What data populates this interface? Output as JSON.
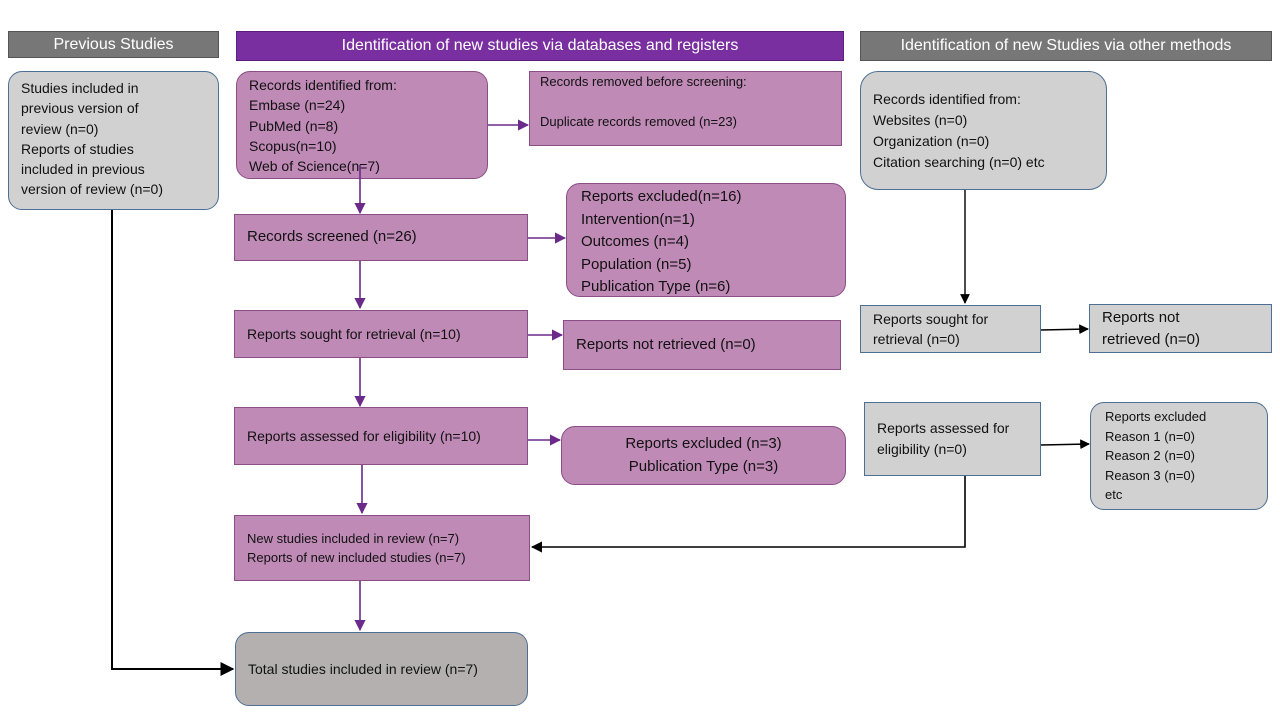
{
  "headers": {
    "previous": "Previous Studies",
    "databases": "Identification of new studies via databases and registers",
    "other": "Identification of new Studies via other methods"
  },
  "previous_box": {
    "lines": [
      "Studies included in",
      "previous version of",
      "review (n=0)",
      "Reports of studies",
      "included in previous",
      "version of review (n=0)"
    ]
  },
  "db": {
    "identified": {
      "lines": [
        "Records identified from:",
        "Embase (n=24)",
        "PubMed (n=8)",
        "Scopus(n=10)",
        "Web of Science(n=7)"
      ]
    },
    "removed": {
      "lines": [
        "Records removed before screening:",
        "",
        "Duplicate records removed (n=23)"
      ]
    },
    "screened": "Records screened (n=26)",
    "excluded_screen": {
      "lines": [
        "Reports excluded(n=16)",
        "Intervention(n=1)",
        "Outcomes (n=4)",
        "Population (n=5)",
        "Publication Type (n=6)"
      ]
    },
    "sought": "Reports sought for retrieval (n=10)",
    "not_retrieved": "Reports not retrieved  (n=0)",
    "assessed": "Reports assessed for eligibility (n=10)",
    "excluded_elig": {
      "lines": [
        "Reports excluded (n=3)",
        "Publication Type (n=3)"
      ]
    },
    "included": {
      "lines": [
        "New studies included in review (n=7)",
        "Reports of new included studies (n=7)"
      ]
    },
    "total": "Total studies included in review (n=7)"
  },
  "other": {
    "identified": {
      "lines": [
        "Records identified from:",
        "Websites (n=0)",
        "Organization (n=0)",
        "Citation searching (n=0) etc"
      ]
    },
    "sought": {
      "lines": [
        "Reports sought for",
        "retrieval (n=0)"
      ]
    },
    "not_retrieved": {
      "lines": [
        "Reports not",
        "retrieved  (n=0)"
      ]
    },
    "assessed": {
      "lines": [
        "Reports assessed  for",
        "eligibility (n=0)"
      ]
    },
    "excluded": {
      "lines": [
        "Reports excluded",
        "Reason 1 (n=0)",
        "Reason 2 (n=0)",
        "Reason 3 (n=0)",
        "etc"
      ]
    }
  },
  "colors": {
    "purple_header": "#7a2fa0",
    "purple_box": "#bf8ab6",
    "grey_header": "#777777",
    "grey_box": "#d1d1d1",
    "purple_arrow": "#6b2a8a",
    "black_arrow": "#000000"
  }
}
